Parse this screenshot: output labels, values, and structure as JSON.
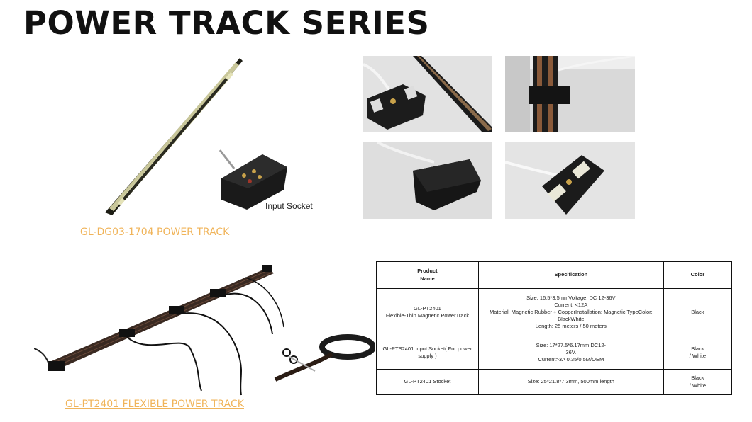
{
  "page_title": "POWER TRACK SERIES",
  "products": {
    "dg03": {
      "caption": "GL-DG03-1704 POWER TRACK",
      "socket_label": "Input Socket"
    },
    "pt2401": {
      "caption": "GL-PT2401 FLEXIBLE POWER TRACK"
    }
  },
  "spec_table": {
    "headers": {
      "product": "Product\nName",
      "specification": "Specification",
      "color": "Color"
    },
    "rows": [
      {
        "product": "GL-PT2401\nFlexible-Thin Magnetic PowerTrack",
        "specification": "Size: 16.5*3.5mmVoltage: DC 12-36V\nCurrent: <12A\nMaterial: Magnetic Rubber + CopperInstallation: Magnetic TypeColor: BlackWhite\nLength: 25 meters / 50 meters",
        "color": "Black"
      },
      {
        "product": "GL-PTS2401 Input Socket( For power supply )",
        "specification": "Size: 17*27.5*6.17mm                              DC12-\n36V.\nCurrent>3A 0.35/0.5M/OEM",
        "color": "Black\n/ White"
      },
      {
        "product": "GL-PT2401 Stocket",
        "specification": "Size: 25*21.8*7.3mm, 500mm length",
        "color": "Black\n/ White"
      }
    ]
  },
  "colors": {
    "accent_caption": "#f0b45a",
    "title": "#111111"
  }
}
